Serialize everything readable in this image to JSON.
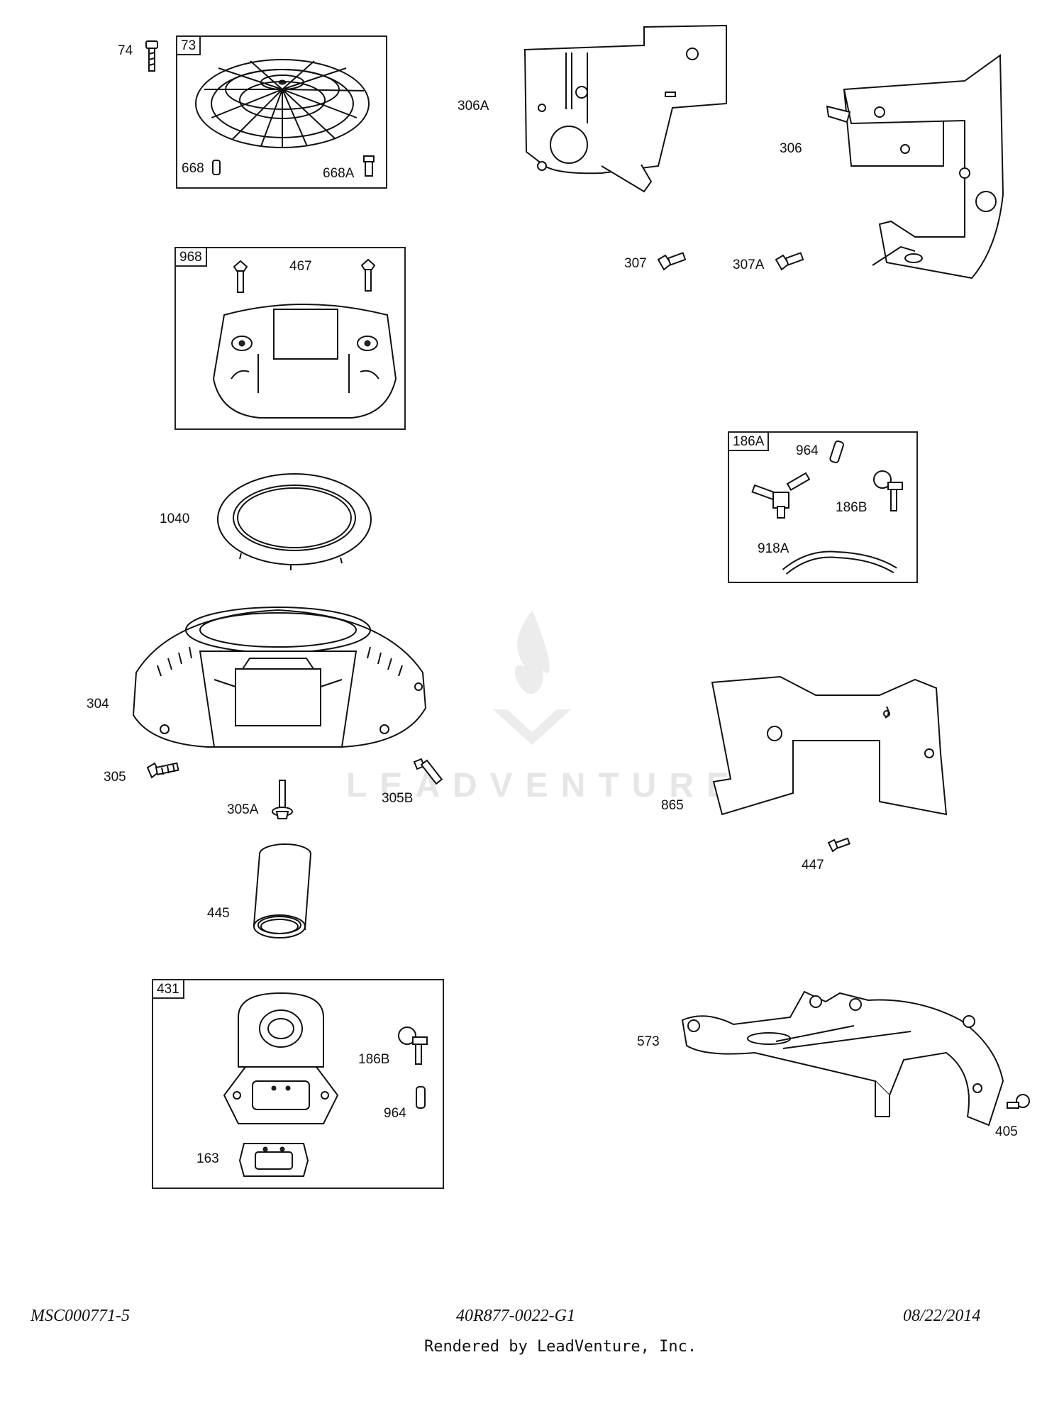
{
  "watermark": {
    "brand": "LEADVENTURE",
    "brand_color": "#e6e6e6"
  },
  "footer": {
    "left_code": "MSC000771-5",
    "center_code": "40R877-0022-G1",
    "date": "08/22/2014",
    "rendered_by": "Rendered by LeadVenture, Inc."
  },
  "kit_boxes": {
    "b73": "73",
    "b968": "968",
    "b186a": "186A",
    "b431": "431"
  },
  "labels": {
    "p74": "74",
    "p668": "668",
    "p668a": "668A",
    "p467": "467",
    "p1040": "1040",
    "p304": "304",
    "p305": "305",
    "p305a": "305A",
    "p305b": "305B",
    "p445": "445",
    "p186b_431": "186B",
    "p964_431": "964",
    "p163": "163",
    "p306a": "306A",
    "p306": "306",
    "p307": "307",
    "p307a": "307A",
    "p964": "964",
    "p186b": "186B",
    "p918a": "918A",
    "p865": "865",
    "p447": "447",
    "p573": "573",
    "p405": "405"
  }
}
